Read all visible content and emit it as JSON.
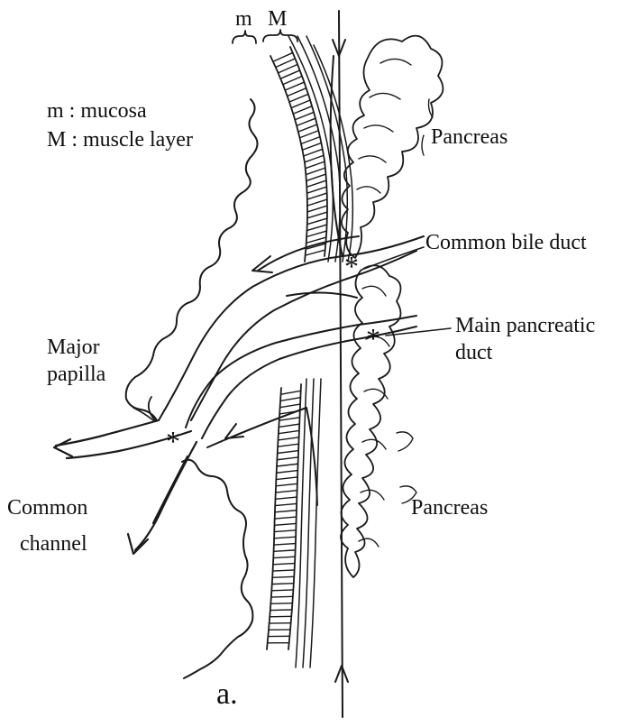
{
  "diagram": {
    "legend": {
      "m_key": "m : mucosa",
      "M_key": "M : muscle layer"
    },
    "brackets": {
      "m": "m",
      "M": "M"
    },
    "labels": {
      "pancreas_top": "Pancreas",
      "pancreas_bottom": "Pancreas",
      "common_bile_duct": "Common bile duct",
      "main_pancreatic_duct_1": "Main pancreatic",
      "main_pancreatic_duct_2": "duct",
      "major_papilla_1": "Major",
      "major_papilla_2": "papilla",
      "common_channel_1": "Common",
      "common_channel_2": "channel",
      "asterisk": "*",
      "panel": "a."
    }
  }
}
